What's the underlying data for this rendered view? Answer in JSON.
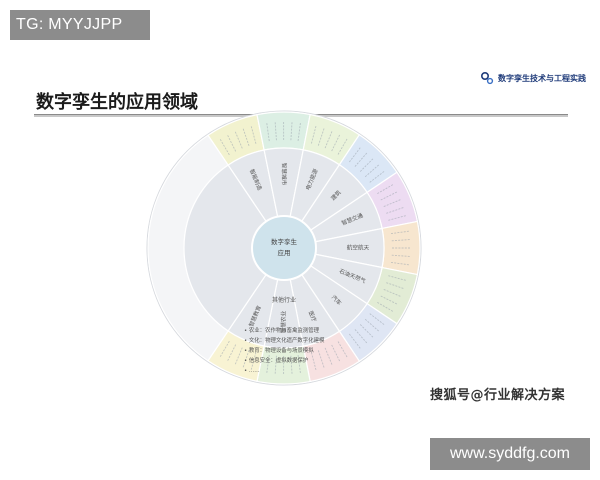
{
  "overlay": {
    "tag": "TG: MYYJJPP",
    "url": "www.syddfg.com",
    "watermark": "搜狐号@行业解决方案"
  },
  "header": {
    "title": "数字孪生的应用领域",
    "brand": "数字孪生技术与工程实践",
    "brand_icon": "gear-icon"
  },
  "diagram": {
    "center_line1": "数字孪生",
    "center_line2": "应用",
    "bottom_label": "其他行业",
    "sectors": [
      {
        "label": "智能制造",
        "color": "#f2f2cf"
      },
      {
        "label": "智慧城市",
        "color": "#dcefe4"
      },
      {
        "label": "电力能源",
        "color": "#eaf3da"
      },
      {
        "label": "建筑",
        "color": "#dbe7f6"
      },
      {
        "label": "智慧交通",
        "color": "#eddcf2"
      },
      {
        "label": "航空航天",
        "color": "#f7e6cf"
      },
      {
        "label": "石油天然气",
        "color": "#e2ecd5"
      },
      {
        "label": "汽车",
        "color": "#dfe6f4"
      },
      {
        "label": "医疗",
        "color": "#f7e1e1"
      },
      {
        "label": "智慧农业",
        "color": "#e4f1dc"
      },
      {
        "label": "智慧教育",
        "color": "#f8f3d3"
      }
    ],
    "bottom_items": [
      "农业：农作物与畜禽监测管理",
      "文化：物理文化遗产数字化建模",
      "教育：物理设备与场景模拟",
      "信息安全：虚拟数据保护",
      "……"
    ],
    "fill_colors": {
      "outer": "#e9ecf2",
      "inner": "#e4e7ec",
      "center": "#cfe3ec",
      "lines": "#ffffff"
    }
  }
}
